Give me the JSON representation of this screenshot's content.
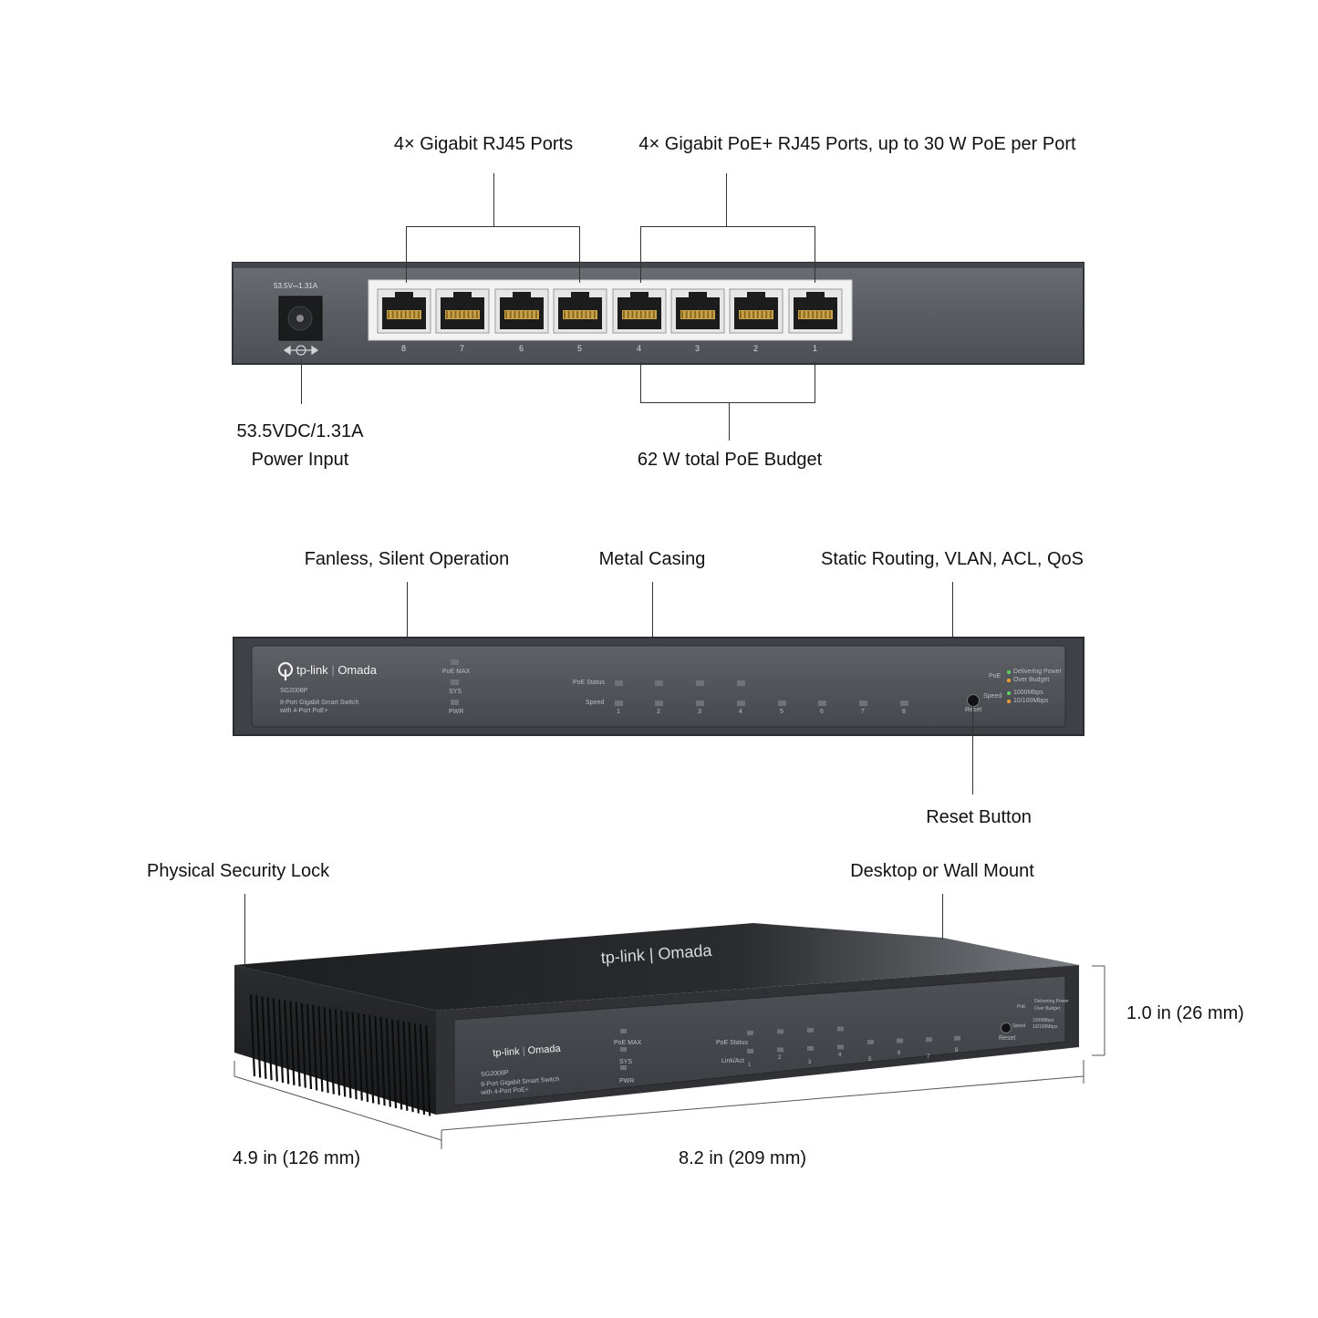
{
  "rear_view": {
    "callouts": {
      "gigabit_ports": "4× Gigabit RJ45 Ports",
      "poe_ports": "4× Gigabit PoE+ RJ45 Ports, up to 30 W PoE per Port",
      "power_line1": "53.5VDC/1.31A",
      "power_line2": "Power Input",
      "poe_budget": "62 W total PoE Budget"
    },
    "power_rating": "53.5V⎓1.31A",
    "port_numbers": [
      "8",
      "7",
      "6",
      "5",
      "4",
      "3",
      "2",
      "1"
    ]
  },
  "front_view": {
    "callouts": {
      "fanless": "Fanless, Silent Operation",
      "metal": "Metal Casing",
      "features": "Static Routing, VLAN, ACL, QoS",
      "reset": "Reset Button"
    },
    "brand": "tp-link",
    "sub_brand": "Omada",
    "model": "SG2008P",
    "description_line1": "8-Port Gigabit Smart Switch",
    "description_line2": "with 4-Port PoE+",
    "sys_leds": [
      "PoE MAX",
      "SYS",
      "PWR"
    ],
    "poe_status_label": "PoE Status",
    "speed_label": "Speed",
    "port_numbers": [
      "1",
      "2",
      "3",
      "4",
      "5",
      "6",
      "7",
      "8"
    ],
    "reset_label": "Reset",
    "legend": {
      "poe": "PoE",
      "delivering": "Delivering Power",
      "over_budget": "Over Budget",
      "speed": "Speed",
      "gbps": "1000Mbps",
      "mbps": "10/100Mbps"
    },
    "colors": {
      "green_led": "#5fd35f",
      "amber_led": "#f0a030"
    }
  },
  "perspective_view": {
    "callouts": {
      "lock": "Physical Security Lock",
      "mount": "Desktop or Wall Mount",
      "height": "1.0 in (26 mm)",
      "depth": "4.9 in (126 mm)",
      "width": "8.2 in (209 mm)"
    },
    "top_logo": "tp-link | Omada",
    "link_act_label": "Link/Act"
  }
}
